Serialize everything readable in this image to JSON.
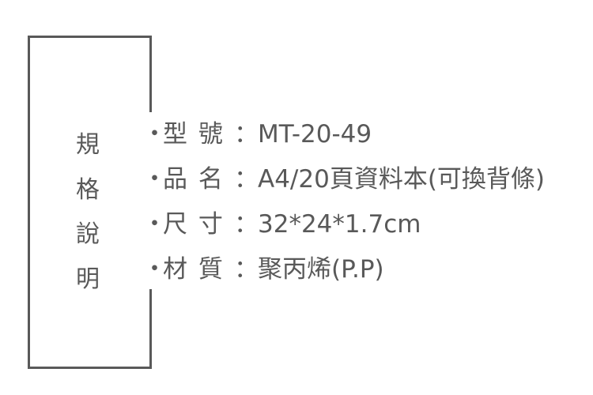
{
  "title": [
    "規",
    "格",
    "說",
    "明"
  ],
  "specs": [
    {
      "bullet": "・",
      "label": "型 號",
      "colon": "：",
      "value": "MT-20-49"
    },
    {
      "bullet": "・",
      "label": "品 名",
      "colon": "：",
      "value": "A4/20頁資料本(可換背條)"
    },
    {
      "bullet": "・",
      "label": "尺 寸",
      "colon": "：",
      "value": "32*24*1.7cm"
    },
    {
      "bullet": "・",
      "label": "材 質",
      "colon": "：",
      "value": "聚丙烯(P.P)"
    }
  ]
}
